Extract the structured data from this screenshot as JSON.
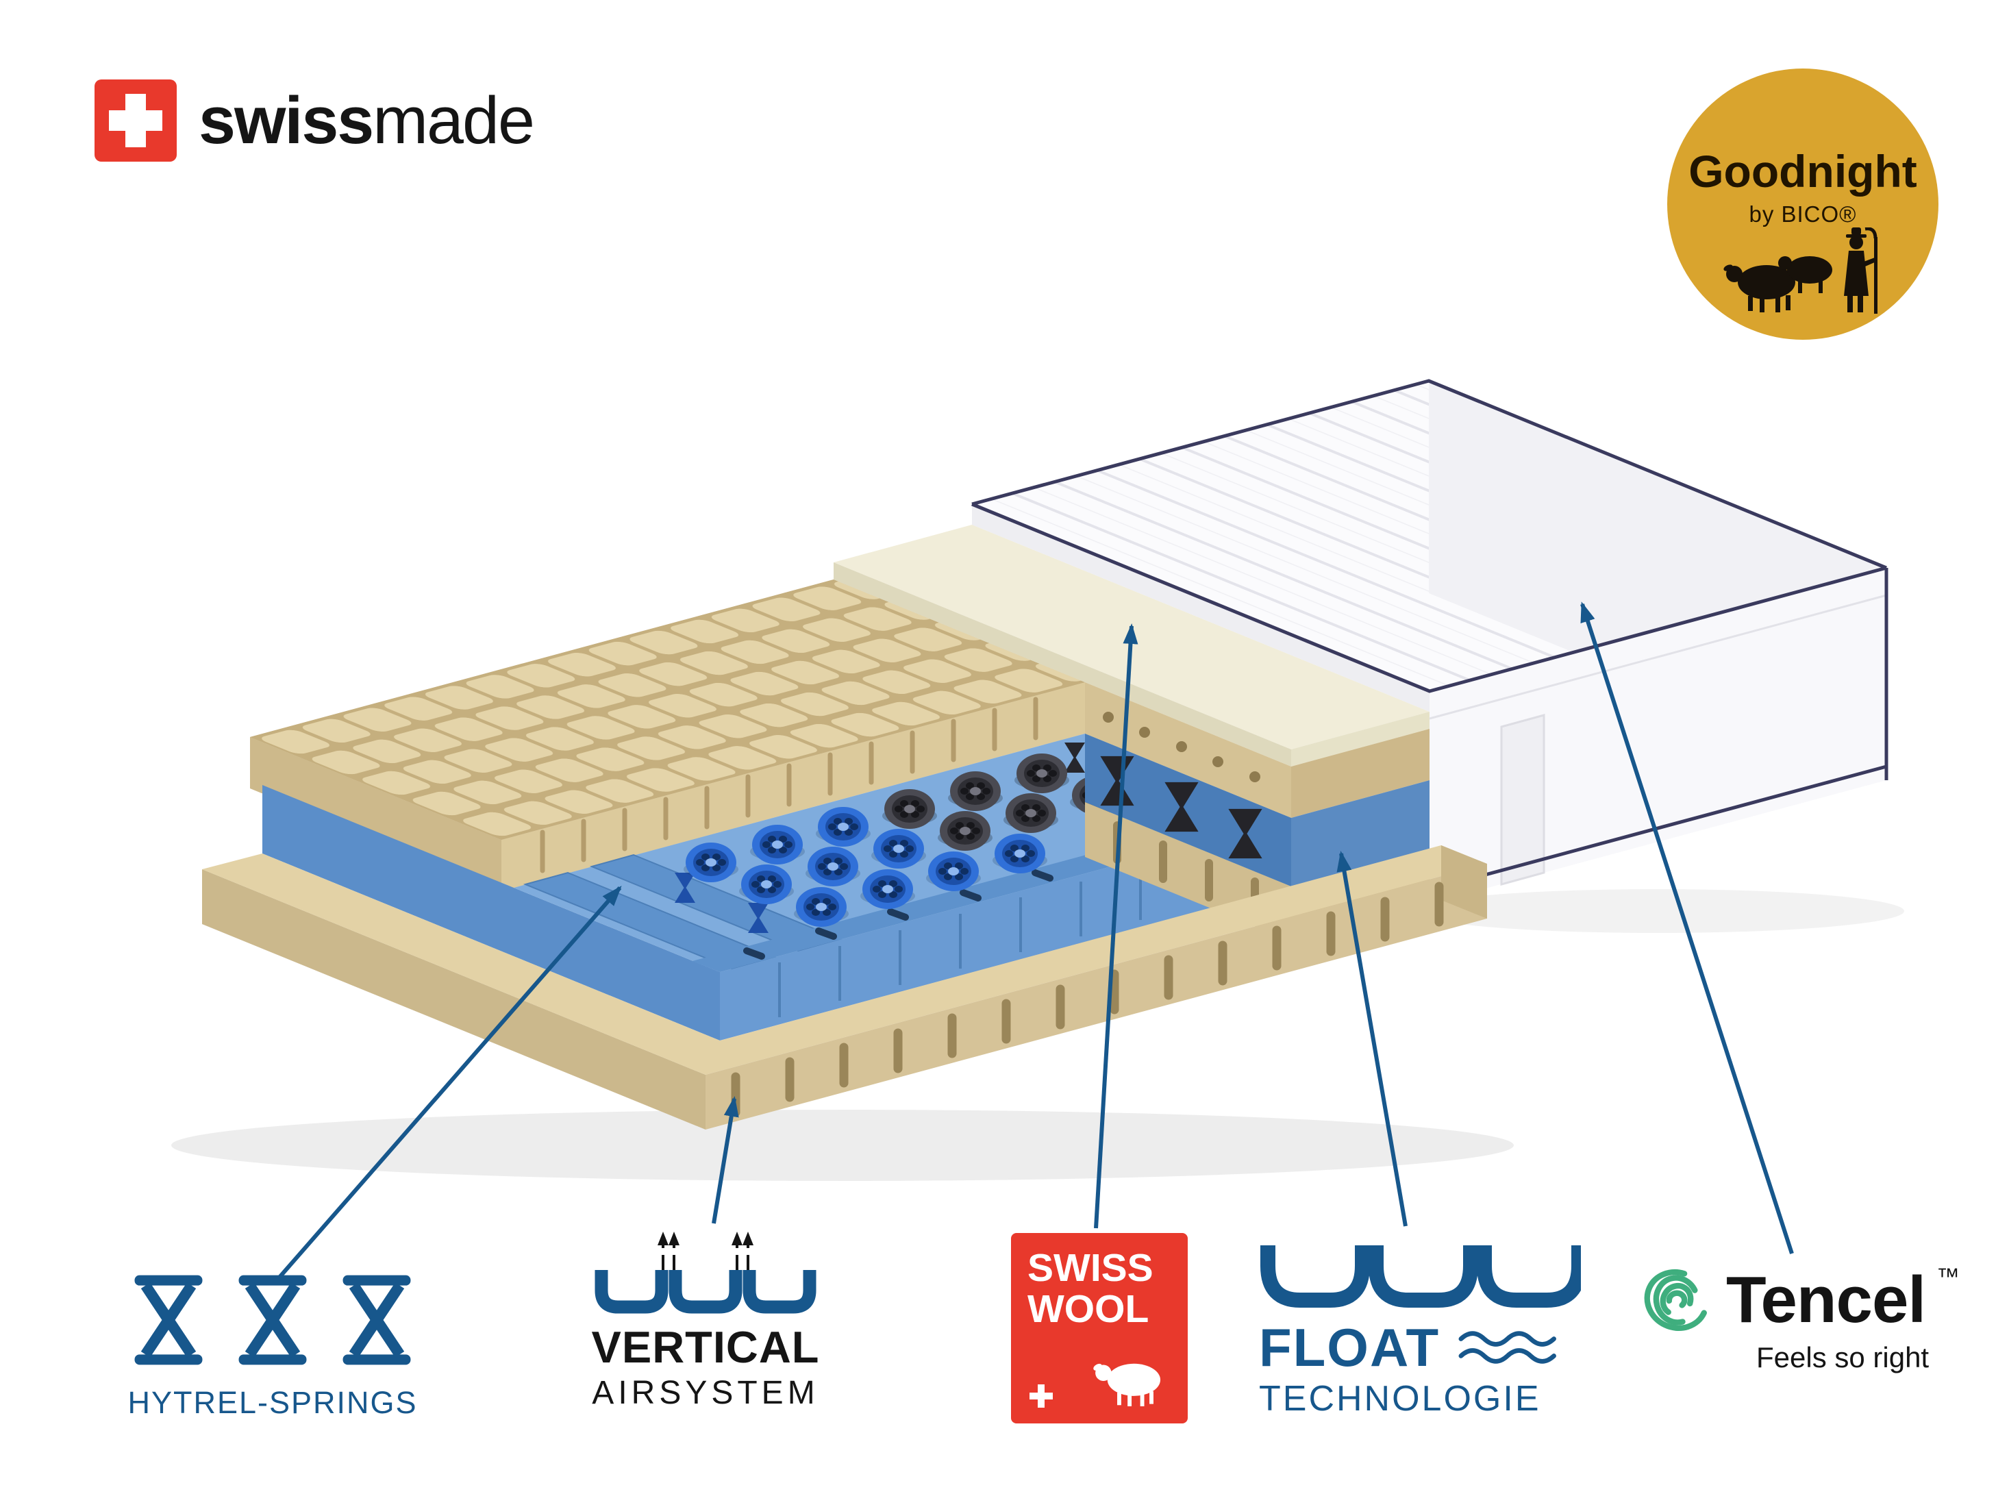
{
  "header": {
    "swissmade": {
      "bold": "swiss",
      "regular": "made"
    },
    "goodnight": {
      "title": "Goodnight",
      "subtitle": "by BICO®"
    }
  },
  "callouts": {
    "hytrel": {
      "label": "HYTREL-SPRINGS"
    },
    "vertical": {
      "line1": "VERTICAL",
      "line2": "AIRSYSTEM"
    },
    "swisswool": {
      "line1": "SWISS",
      "line2": "WOOL"
    },
    "float": {
      "line1": "FLOAT",
      "line2": "TECHNOLOGIE"
    },
    "tencel": {
      "brand": "Tencel",
      "tm": "™",
      "tagline": "Feels so right"
    }
  },
  "icons": {
    "swiss_flag_icon": "red square with white swiss cross",
    "shepherd_sheep_icon": "shepherd with two sheep silhouette",
    "hytrel_spring_icon": "hourglass spring symbol (x3)",
    "airflow_icon": "foam channels with upward air arrows",
    "wool_sheep_icon": "white sheep silhouette",
    "swiss_cross_icon": "white cross",
    "float_icon": "suspension cup profile",
    "wave_icon": "two wavy water lines",
    "tencel_spiral_icon": "green botanic spiral"
  },
  "colors": {
    "accent_blue": "#17578C",
    "swiss_red": "#E8392C",
    "badge_gold": "#D9A42E",
    "tencel_green": "#3FAE7E",
    "foam_beige": "#E0CFA3",
    "foam_blue": "#7FACDD",
    "wool_cream": "#F1EDD9",
    "spring_blue": "#3070D8",
    "spring_dark": "#3A3A40",
    "cover_white": "#FBFBFD"
  }
}
